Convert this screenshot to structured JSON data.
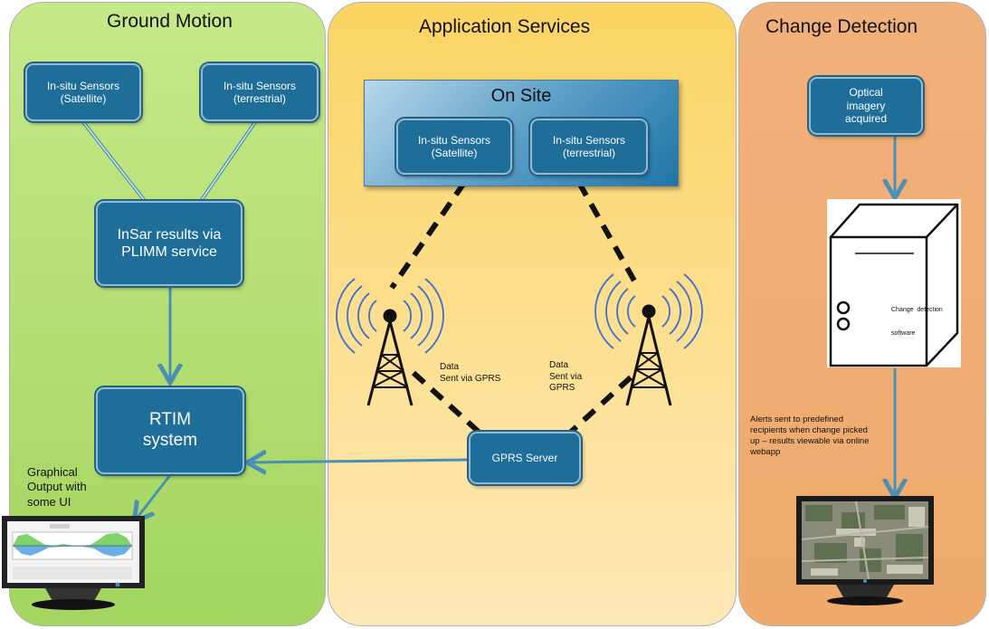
{
  "lanes": {
    "ground_motion": "Ground Motion",
    "application_services": "Application Services",
    "change_detection": "Change Detection"
  },
  "ground_motion": {
    "sensor_satellite": {
      "line1": "In-situ Sensors",
      "line2": "(Satellite)"
    },
    "sensor_terrestrial": {
      "line1": "In-situ Sensors",
      "line2": "(terrestrial)"
    },
    "insar": {
      "line1": "InSar results via",
      "line2": "PLIMM service"
    },
    "rtim": {
      "line1": "RTIM",
      "line2": "system"
    },
    "graphical_output": {
      "line1": "Graphical",
      "line2": "Output with",
      "line3": "some UI"
    }
  },
  "application_services": {
    "on_site": "On Site",
    "sensor_satellite": {
      "line1": "In-situ Sensors",
      "line2": "(Satellite)"
    },
    "sensor_terrestrial": {
      "line1": "In-situ Sensors",
      "line2": "(terrestrial)"
    },
    "data_left": {
      "line1": "Data",
      "line2": "Sent via GPRS"
    },
    "data_right": {
      "line1": "Data",
      "line2": "Sent via",
      "line3": "GPRS"
    },
    "gprs_server": "GPRS Server"
  },
  "change_detection": {
    "optical": {
      "line1": "Optical",
      "line2": "imagery",
      "line3": "acquired"
    },
    "software_label": {
      "line1": "Change  detection",
      "line2": "software"
    },
    "alerts": {
      "line1": "Alerts sent to predefined",
      "line2": "recipients when change picked",
      "line3": "up – results viewable via online",
      "line4": "webapp"
    }
  },
  "colors": {
    "box_fill": "#1f6d99",
    "ground_motion_lane": "#a3d55f",
    "application_services_lane": "#fbd463",
    "change_detection_lane": "#efaa6c",
    "connector": "#4a8fb5"
  }
}
